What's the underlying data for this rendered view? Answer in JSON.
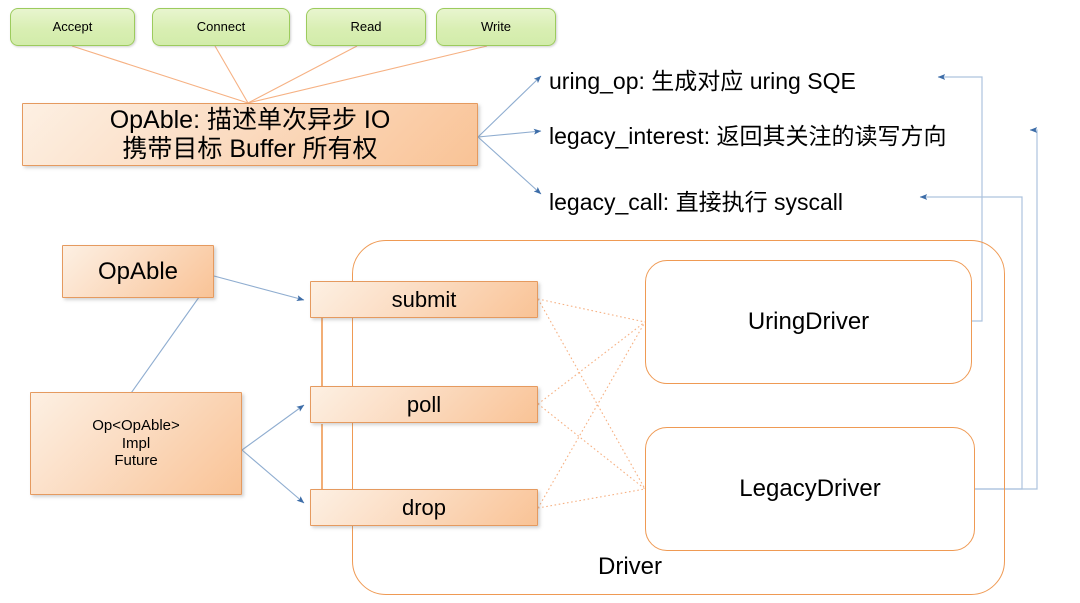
{
  "diagram": {
    "title_text": "Tokio-uring OpAble / Driver architecture diagram",
    "colors": {
      "green_fill": "#d9efb3",
      "green_border": "#9ccb5d",
      "orange_fill": "#f9c396",
      "orange_border": "#e59a5f",
      "frame_orange": "#ef9a54",
      "connector_blue": "#7f9fc4",
      "connector_orange": "#f6b183",
      "text": "#000000",
      "background": "#ffffff"
    },
    "op_kinds": [
      {
        "label": "Accept"
      },
      {
        "label": "Connect"
      },
      {
        "label": "Read"
      },
      {
        "label": "Write"
      }
    ],
    "opable_trait": {
      "line1": "OpAble: 描述单次异步 IO",
      "line2": "携带目标 Buffer 所有权"
    },
    "trait_methods": [
      {
        "label": "uring_op: 生成对应 uring SQE"
      },
      {
        "label": "legacy_interest: 返回其关注的读写方向"
      },
      {
        "label": "legacy_call: 直接执行 syscall"
      }
    ],
    "left_nodes": [
      {
        "label": "OpAble"
      },
      {
        "line1": "Op<OpAble>",
        "line2": "Impl",
        "line3": "Future"
      }
    ],
    "driver_methods": [
      {
        "label": "submit"
      },
      {
        "label": "poll"
      },
      {
        "label": "drop"
      }
    ],
    "driver_container": {
      "label": "Driver"
    },
    "driver_impls": [
      {
        "label": "UringDriver"
      },
      {
        "label": "LegacyDriver"
      }
    ]
  }
}
